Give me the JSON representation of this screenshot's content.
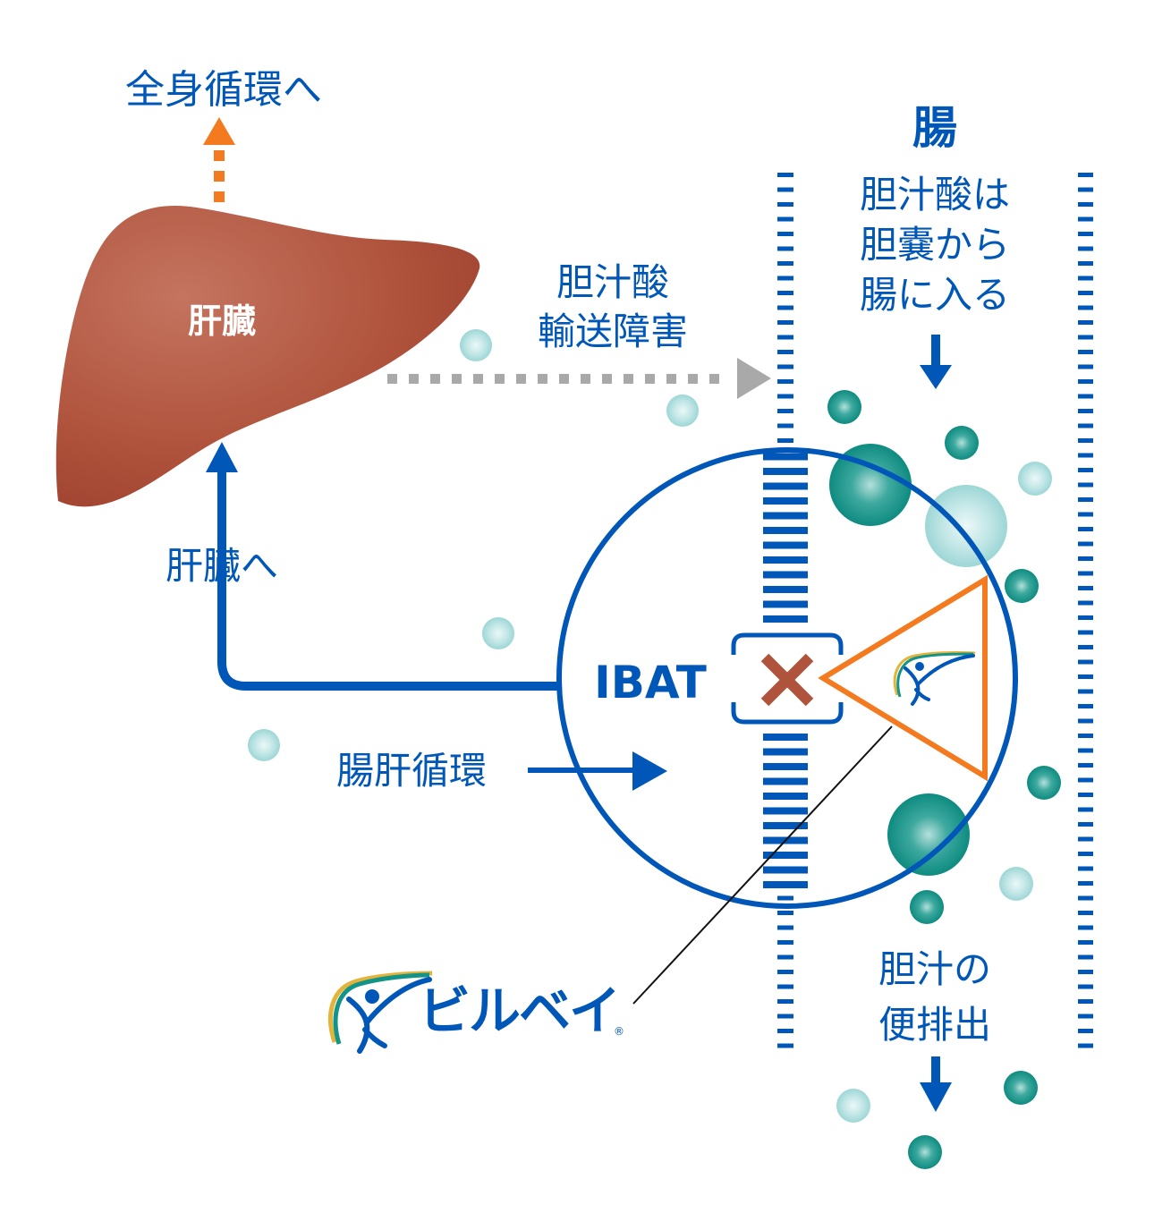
{
  "colors": {
    "blue": "#0057b7",
    "orange": "#f47a1f",
    "liver": "#b0533c",
    "liver_highlight": "#c47460",
    "gray_arrow": "#a9a9a9",
    "x_mark": "#b0533c",
    "teal_dark": "#139488",
    "teal_light": "#a8dcdc"
  },
  "labels": {
    "systemic_circulation": "全身循環へ",
    "liver": "肝臓",
    "intestine": "腸",
    "bile_acid_transport_line1": "胆汁酸",
    "bile_acid_transport_line2": "輸送障害",
    "bile_entry_line1": "胆汁酸は",
    "bile_entry_line2": "胆嚢から",
    "bile_entry_line3": "腸に入る",
    "to_liver": "肝臓へ",
    "enterohepatic": "腸肝循環",
    "ibat": "IBAT",
    "excretion_line1": "胆汁の",
    "excretion_line2": "便排出",
    "brand_name": "ビルベイ",
    "registered_mark": "®"
  },
  "icons": {
    "blocked": "x-mark-icon",
    "brand_logo": "bylvay-logo-icon"
  }
}
